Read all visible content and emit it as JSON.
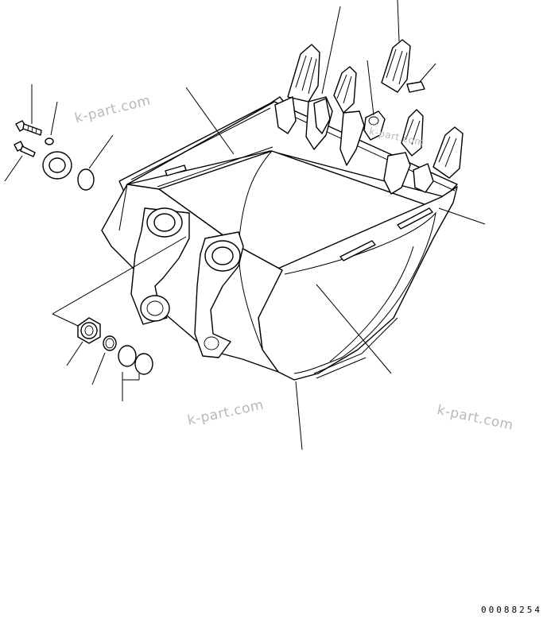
{
  "diagram": {
    "watermark_texts": [
      "k-part.com",
      "k-part.com",
      "k-part.com",
      "k-part.com"
    ],
    "document_number": "00088254"
  }
}
